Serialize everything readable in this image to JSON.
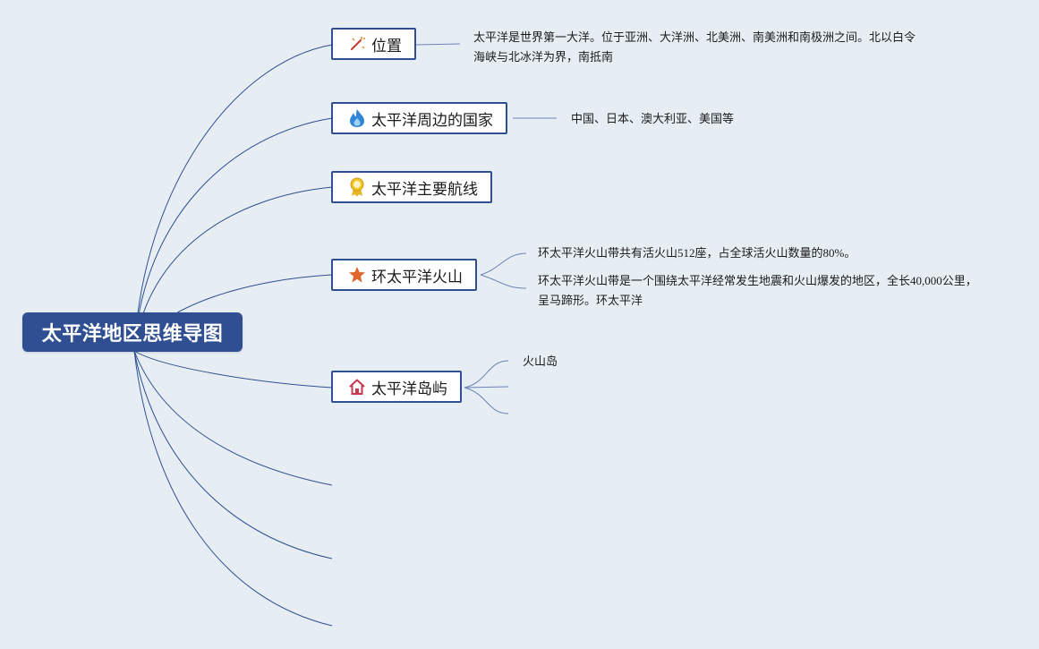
{
  "root": {
    "label": "太平洋地区思维导图"
  },
  "topics": [
    {
      "label": "位置",
      "icon": "magic-wand-icon",
      "details": [
        "太平洋是世界第一大洋。位于亚洲、大洋洲、北美洲、南美洲和南极洲之间。北以白令海峡与北冰洋为界，南抵南"
      ]
    },
    {
      "label": "太平洋周边的国家",
      "icon": "fire-icon",
      "details": [
        "中国、日本、澳大利亚、美国等"
      ]
    },
    {
      "label": "太平洋主要航线",
      "icon": "award-medal-icon",
      "details": []
    },
    {
      "label": "环太平洋火山",
      "icon": "star-icon",
      "details": [
        "环太平洋火山带共有活火山512座，占全球活火山数量的80%。",
        "环太平洋火山带是一个围绕太平洋经常发生地震和火山爆发的地区，全长40,000公里，呈马蹄形。环太平洋"
      ]
    },
    {
      "label": "太平洋岛屿",
      "icon": "home-icon",
      "details": [
        "火山岛",
        "",
        ""
      ]
    }
  ],
  "colors": {
    "background": "#e6eef4",
    "root_fill": "#2f4f92",
    "topic_border": "#2f4f92",
    "branch_line": "#2f4f92",
    "detail_line": "#6c82b8"
  }
}
